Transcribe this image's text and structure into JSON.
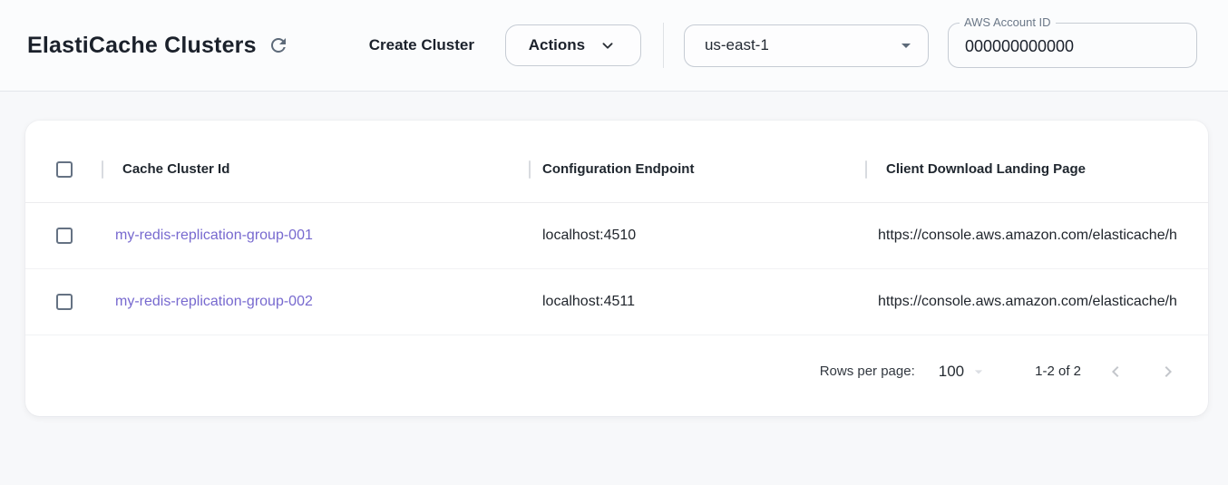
{
  "header": {
    "title": "ElastiCache Clusters",
    "create_cluster_label": "Create Cluster",
    "actions_label": "Actions",
    "region_selected": "us-east-1",
    "account_id_label": "AWS Account ID",
    "account_id_value": "000000000000"
  },
  "table": {
    "columns": [
      "Cache Cluster Id",
      "Configuration Endpoint",
      "Client Download Landing Page"
    ],
    "rows": [
      {
        "cache_cluster_id": "my-redis-replication-group-001",
        "configuration_endpoint": "localhost:4510",
        "client_download_landing_page": "https://console.aws.amazon.com/elasticache/h"
      },
      {
        "cache_cluster_id": "my-redis-replication-group-002",
        "configuration_endpoint": "localhost:4511",
        "client_download_landing_page": "https://console.aws.amazon.com/elasticache/h"
      }
    ],
    "pagination": {
      "rows_per_page_label": "Rows per page:",
      "rows_per_page_value": "100",
      "range_label": "1-2 of 2"
    }
  },
  "icons": {
    "refresh": "circular-arrow",
    "actions_chevron": "chevron-down",
    "region_arrow": "triangle-down",
    "prev_page": "chevron-left",
    "next_page": "chevron-right"
  },
  "colors": {
    "link_purple": "#7769cf",
    "text_primary": "#1b212b",
    "icon_gray": "#5d6a79",
    "border_gray": "#c6ccd4",
    "page_background": "#f7f8fa",
    "card_background": "#ffffff"
  }
}
